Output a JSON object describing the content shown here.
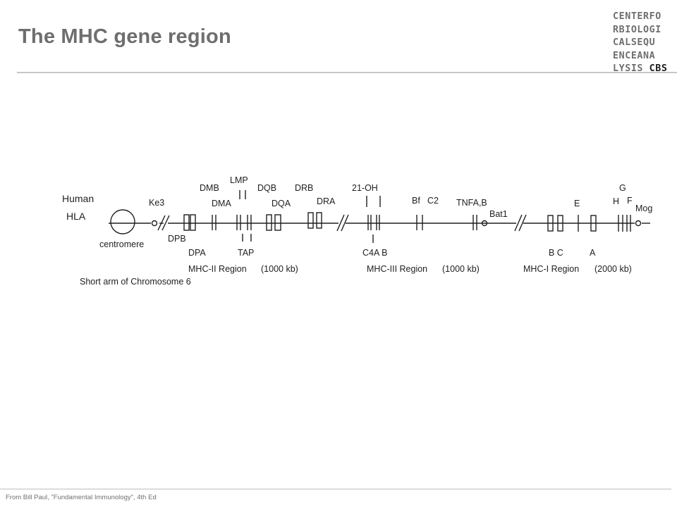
{
  "slide": {
    "title": "The MHC gene region",
    "footer": "From Bill Paul, \"Fundamental Immunology\", 4th Ed"
  },
  "logo": {
    "lines": [
      "CENTERFO",
      "RBIOLOGI",
      "CALSEQU",
      "ENCEANA",
      "LYSIS "
    ],
    "strong": "CBS"
  },
  "diagram": {
    "species_label": "Human",
    "complex_label": "HLA",
    "centromere_label": "centromere",
    "region_caption": "Short arm of Chromosome 6",
    "genes": {
      "ke3": "Ke3",
      "dpb": "DPB",
      "dpa": "DPA",
      "dmb": "DMB",
      "dma": "DMA",
      "lmp": "LMP",
      "tap": "TAP",
      "dqb": "DQB",
      "dqa": "DQA",
      "drb": "DRB",
      "dra": "DRA",
      "oh21": "21-OH",
      "c4": "C4A B",
      "bf": "Bf",
      "c2": "C2",
      "tnf": "TNFA,B",
      "bat1": "Bat1",
      "bc": "B C",
      "e": "E",
      "a": "A",
      "g": "G",
      "h": "H",
      "f": "F",
      "mog": "Mog"
    },
    "regions": {
      "mhc2": "MHC-II Region",
      "mhc2_size": "(1000 kb)",
      "mhc3": "MHC-III Region",
      "mhc3_size": "(1000 kb)",
      "mhc1": "MHC-I Region",
      "mhc1_size": "(2000 kb)"
    }
  }
}
